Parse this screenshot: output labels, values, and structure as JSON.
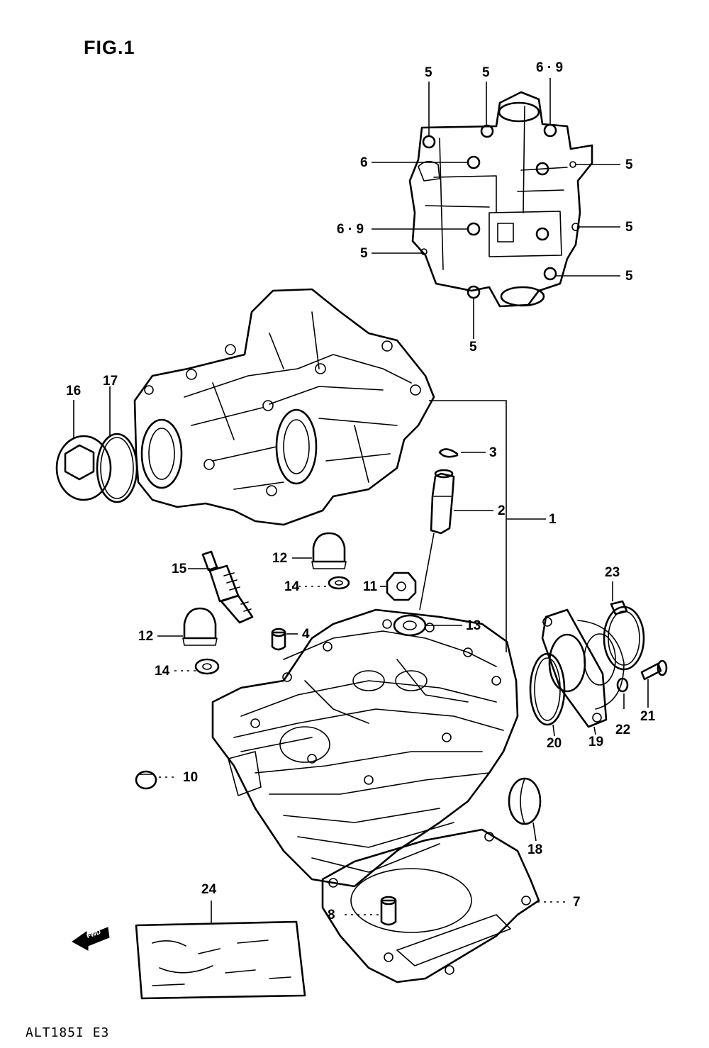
{
  "figure": {
    "title": "FIG.1",
    "footer_code": "ALT185I E3",
    "direction_label": "FWD"
  },
  "callouts": [
    {
      "id": "c-cover-5a",
      "text": "5"
    },
    {
      "id": "c-cover-5b",
      "text": "5"
    },
    {
      "id": "c-cover-69a",
      "text": "6 · 9"
    },
    {
      "id": "c-cover-6",
      "text": "6"
    },
    {
      "id": "c-cover-69b",
      "text": "6 · 9"
    },
    {
      "id": "c-cover-5c",
      "text": "5"
    },
    {
      "id": "c-cover-5d",
      "text": "5"
    },
    {
      "id": "c-cover-5e",
      "text": "5"
    },
    {
      "id": "c-cover-5f",
      "text": "5"
    },
    {
      "id": "c-cover-5g",
      "text": "5"
    },
    {
      "id": "c-16",
      "text": "16"
    },
    {
      "id": "c-17",
      "text": "17"
    },
    {
      "id": "c-3",
      "text": "3"
    },
    {
      "id": "c-2",
      "text": "2"
    },
    {
      "id": "c-1",
      "text": "1"
    },
    {
      "id": "c-12a",
      "text": "12"
    },
    {
      "id": "c-15",
      "text": "15"
    },
    {
      "id": "c-14a",
      "text": "14"
    },
    {
      "id": "c-11",
      "text": "11"
    },
    {
      "id": "c-13",
      "text": "13"
    },
    {
      "id": "c-4",
      "text": "4"
    },
    {
      "id": "c-12b",
      "text": "12"
    },
    {
      "id": "c-14b",
      "text": "14"
    },
    {
      "id": "c-23",
      "text": "23"
    },
    {
      "id": "c-20",
      "text": "20"
    },
    {
      "id": "c-19",
      "text": "19"
    },
    {
      "id": "c-22",
      "text": "22"
    },
    {
      "id": "c-21",
      "text": "21"
    },
    {
      "id": "c-10",
      "text": "10"
    },
    {
      "id": "c-18",
      "text": "18"
    },
    {
      "id": "c-24",
      "text": "24"
    },
    {
      "id": "c-7",
      "text": "7"
    },
    {
      "id": "c-8",
      "text": "8"
    }
  ]
}
